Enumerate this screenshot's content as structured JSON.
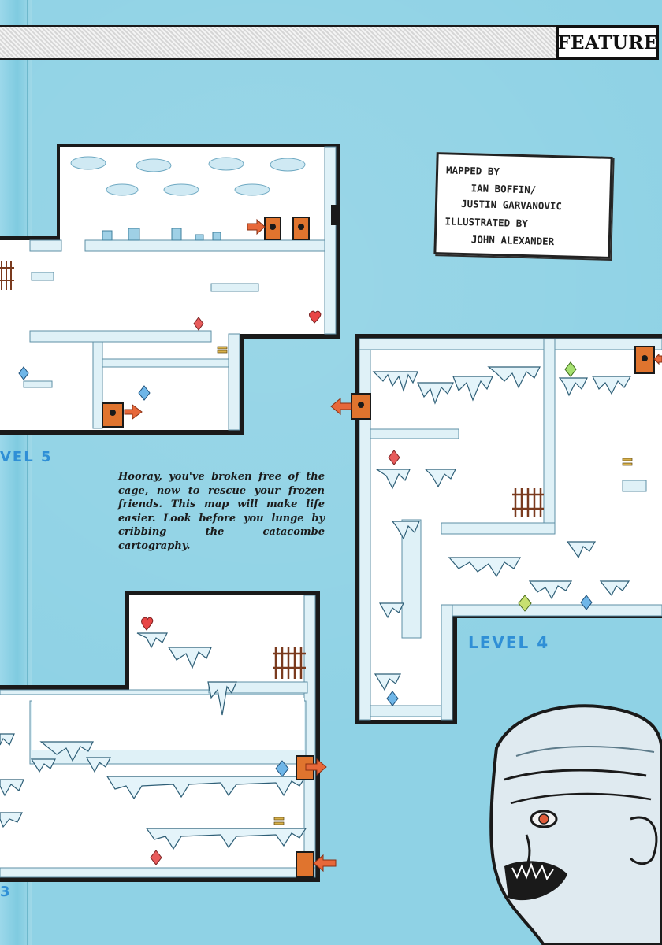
{
  "header": {
    "section_tag": "FEATURE"
  },
  "credits": {
    "mapped_by_label": "MAPPED BY",
    "mappers_line": "IAN BOFFIN/",
    "mappers_line2": "JUSTIN GARVANOVIC",
    "illustrated_by_label": "ILLUSTRATED BY",
    "illustrator": "JOHN ALEXANDER"
  },
  "labels": {
    "level5": "VEL 5",
    "level4": "LEVEL 4",
    "level3": "3"
  },
  "blurb": "Hooray, you've broken free of the cage, now to rescue your frozen friends. This map will make life easier. Look before you lunge by cribbing the catacombe cartography.",
  "colors": {
    "page_bg": "#8fd2e5",
    "map_floor": "#ffffff",
    "ice": "#dff1f7",
    "wall": "#1a1a1a",
    "door": "#e0742e",
    "label": "#2f8fd6"
  }
}
